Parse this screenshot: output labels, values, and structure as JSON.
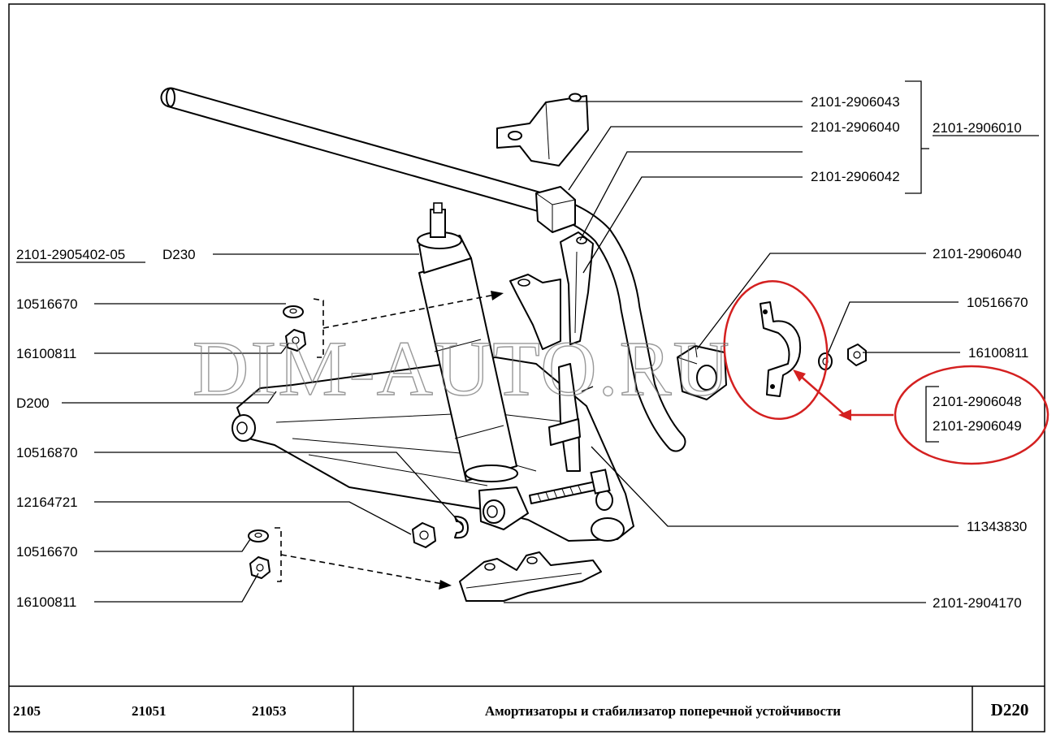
{
  "watermark": "DIM-AUTO.RU",
  "left_labels": {
    "shock_part": "2101-2905402-05",
    "shock_ref": "D230",
    "washer_a": "10516670",
    "nut_a": "16100811",
    "arm_ref": "D200",
    "bolt": "10516870",
    "lock_washer": "12164721",
    "washer_b": "10516670",
    "nut_b": "16100811"
  },
  "right_labels": {
    "bracket": "2101-2906043",
    "cushion_top": "2101-2906040",
    "clamp_top": "2101-2906042",
    "group": "2101-2906010",
    "cushion_side": "2101-2906040",
    "washer": "10516670",
    "nut": "16100811",
    "clamp_a": "2101-2906048",
    "clamp_b": "2101-2906049",
    "pin": "11343830",
    "plate": "2101-2904170"
  },
  "footer": {
    "models": [
      "2105",
      "21051",
      "21053"
    ],
    "title": "Амортизаторы и стабилизатор поперечной устойчивости",
    "code": "D220"
  },
  "colors": {
    "ink": "#000000",
    "highlight": "#d42020",
    "paper": "#ffffff",
    "watermark": "#777777"
  }
}
